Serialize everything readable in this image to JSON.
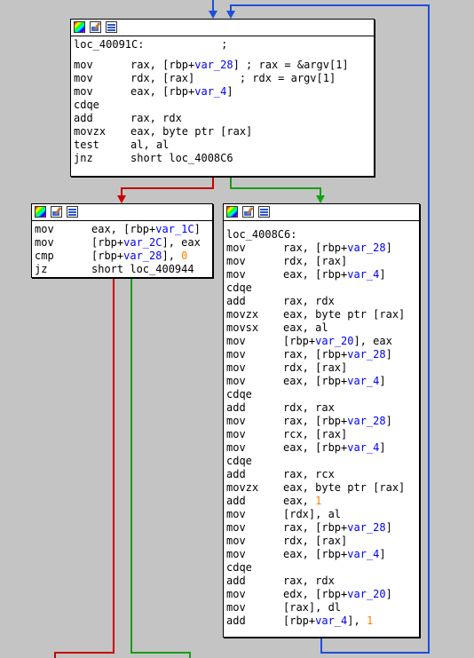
{
  "theme": {
    "background": "#c4c4c4",
    "edge_true": "#16a016",
    "edge_false": "#c80000",
    "edge_loop": "#1f4ed8",
    "var_color": "#0000ff",
    "number_color": "#ff7f00"
  },
  "node_toolbar_icons": [
    "color-palette-icon",
    "rename-icon",
    "graph-overview-icon"
  ],
  "nodes": {
    "loc_40091c": {
      "lines": [
        {
          "label": "loc_40091C:"
        },
        {
          "label": "",
          "blank": true
        },
        {
          "mnemonic": "mov",
          "parts": [
            [
              "t",
              "rax, [rbp+"
            ],
            [
              "v",
              "var_28"
            ],
            [
              "t",
              "] ; rax = &argv[1]"
            ]
          ]
        },
        {
          "mnemonic": "mov",
          "parts": [
            [
              "t",
              "rdx, [rax]       ; rdx = argv[1]"
            ]
          ]
        },
        {
          "mnemonic": "mov",
          "parts": [
            [
              "t",
              "eax, [rbp+"
            ],
            [
              "v",
              "var_4"
            ],
            [
              "t",
              "]"
            ]
          ]
        },
        {
          "mnemonic": "cdqe",
          "parts": []
        },
        {
          "mnemonic": "add",
          "parts": [
            [
              "t",
              "rax, rdx"
            ]
          ]
        },
        {
          "mnemonic": "movzx",
          "parts": [
            [
              "t",
              "eax, byte ptr [rax]"
            ]
          ]
        },
        {
          "mnemonic": "test",
          "parts": [
            [
              "t",
              "al, al"
            ]
          ]
        },
        {
          "mnemonic": "jnz",
          "parts": [
            [
              "t",
              "short loc_4008C6"
            ]
          ]
        }
      ],
      "label_suffix": "            ;"
    },
    "left_block": {
      "lines": [
        {
          "mnemonic": "mov",
          "parts": [
            [
              "t",
              "eax, [rbp+"
            ],
            [
              "v",
              "var_1C"
            ],
            [
              "t",
              "]"
            ]
          ]
        },
        {
          "mnemonic": "mov",
          "parts": [
            [
              "t",
              "[rbp+"
            ],
            [
              "v",
              "var_2C"
            ],
            [
              "t",
              "], eax"
            ]
          ]
        },
        {
          "mnemonic": "cmp",
          "parts": [
            [
              "t",
              "[rbp+"
            ],
            [
              "v",
              "var_28"
            ],
            [
              "t",
              "], "
            ],
            [
              "n",
              "0"
            ]
          ]
        },
        {
          "mnemonic": "jz",
          "parts": [
            [
              "t",
              "short loc_400944"
            ]
          ]
        }
      ]
    },
    "loc_4008c6": {
      "lines": [
        {
          "label": "loc_4008C6:"
        },
        {
          "mnemonic": "mov",
          "parts": [
            [
              "t",
              "rax, [rbp+"
            ],
            [
              "v",
              "var_28"
            ],
            [
              "t",
              "]"
            ]
          ]
        },
        {
          "mnemonic": "mov",
          "parts": [
            [
              "t",
              "rdx, [rax]"
            ]
          ]
        },
        {
          "mnemonic": "mov",
          "parts": [
            [
              "t",
              "eax, [rbp+"
            ],
            [
              "v",
              "var_4"
            ],
            [
              "t",
              "]"
            ]
          ]
        },
        {
          "mnemonic": "cdqe",
          "parts": []
        },
        {
          "mnemonic": "add",
          "parts": [
            [
              "t",
              "rax, rdx"
            ]
          ]
        },
        {
          "mnemonic": "movzx",
          "parts": [
            [
              "t",
              "eax, byte ptr [rax]"
            ]
          ]
        },
        {
          "mnemonic": "movsx",
          "parts": [
            [
              "t",
              "eax, al"
            ]
          ]
        },
        {
          "mnemonic": "mov",
          "parts": [
            [
              "t",
              "[rbp+"
            ],
            [
              "v",
              "var_20"
            ],
            [
              "t",
              "], eax"
            ]
          ]
        },
        {
          "mnemonic": "mov",
          "parts": [
            [
              "t",
              "rax, [rbp+"
            ],
            [
              "v",
              "var_28"
            ],
            [
              "t",
              "]"
            ]
          ]
        },
        {
          "mnemonic": "mov",
          "parts": [
            [
              "t",
              "rdx, [rax]"
            ]
          ]
        },
        {
          "mnemonic": "mov",
          "parts": [
            [
              "t",
              "eax, [rbp+"
            ],
            [
              "v",
              "var_4"
            ],
            [
              "t",
              "]"
            ]
          ]
        },
        {
          "mnemonic": "cdqe",
          "parts": []
        },
        {
          "mnemonic": "add",
          "parts": [
            [
              "t",
              "rdx, rax"
            ]
          ]
        },
        {
          "mnemonic": "mov",
          "parts": [
            [
              "t",
              "rax, [rbp+"
            ],
            [
              "v",
              "var_28"
            ],
            [
              "t",
              "]"
            ]
          ]
        },
        {
          "mnemonic": "mov",
          "parts": [
            [
              "t",
              "rcx, [rax]"
            ]
          ]
        },
        {
          "mnemonic": "mov",
          "parts": [
            [
              "t",
              "eax, [rbp+"
            ],
            [
              "v",
              "var_4"
            ],
            [
              "t",
              "]"
            ]
          ]
        },
        {
          "mnemonic": "cdqe",
          "parts": []
        },
        {
          "mnemonic": "add",
          "parts": [
            [
              "t",
              "rax, rcx"
            ]
          ]
        },
        {
          "mnemonic": "movzx",
          "parts": [
            [
              "t",
              "eax, byte ptr [rax]"
            ]
          ]
        },
        {
          "mnemonic": "add",
          "parts": [
            [
              "t",
              "eax, "
            ],
            [
              "n",
              "1"
            ]
          ]
        },
        {
          "mnemonic": "mov",
          "parts": [
            [
              "t",
              "[rdx], al"
            ]
          ]
        },
        {
          "mnemonic": "mov",
          "parts": [
            [
              "t",
              "rax, [rbp+"
            ],
            [
              "v",
              "var_28"
            ],
            [
              "t",
              "]"
            ]
          ]
        },
        {
          "mnemonic": "mov",
          "parts": [
            [
              "t",
              "rdx, [rax]"
            ]
          ]
        },
        {
          "mnemonic": "mov",
          "parts": [
            [
              "t",
              "eax, [rbp+"
            ],
            [
              "v",
              "var_4"
            ],
            [
              "t",
              "]"
            ]
          ]
        },
        {
          "mnemonic": "cdqe",
          "parts": []
        },
        {
          "mnemonic": "add",
          "parts": [
            [
              "t",
              "rax, rdx"
            ]
          ]
        },
        {
          "mnemonic": "mov",
          "parts": [
            [
              "t",
              "edx, [rbp+"
            ],
            [
              "v",
              "var_20"
            ],
            [
              "t",
              "]"
            ]
          ]
        },
        {
          "mnemonic": "mov",
          "parts": [
            [
              "t",
              "[rax], dl"
            ]
          ]
        },
        {
          "mnemonic": "add",
          "parts": [
            [
              "t",
              "[rbp+"
            ],
            [
              "v",
              "var_4"
            ],
            [
              "t",
              "], "
            ],
            [
              "n",
              "1"
            ]
          ]
        }
      ]
    }
  }
}
